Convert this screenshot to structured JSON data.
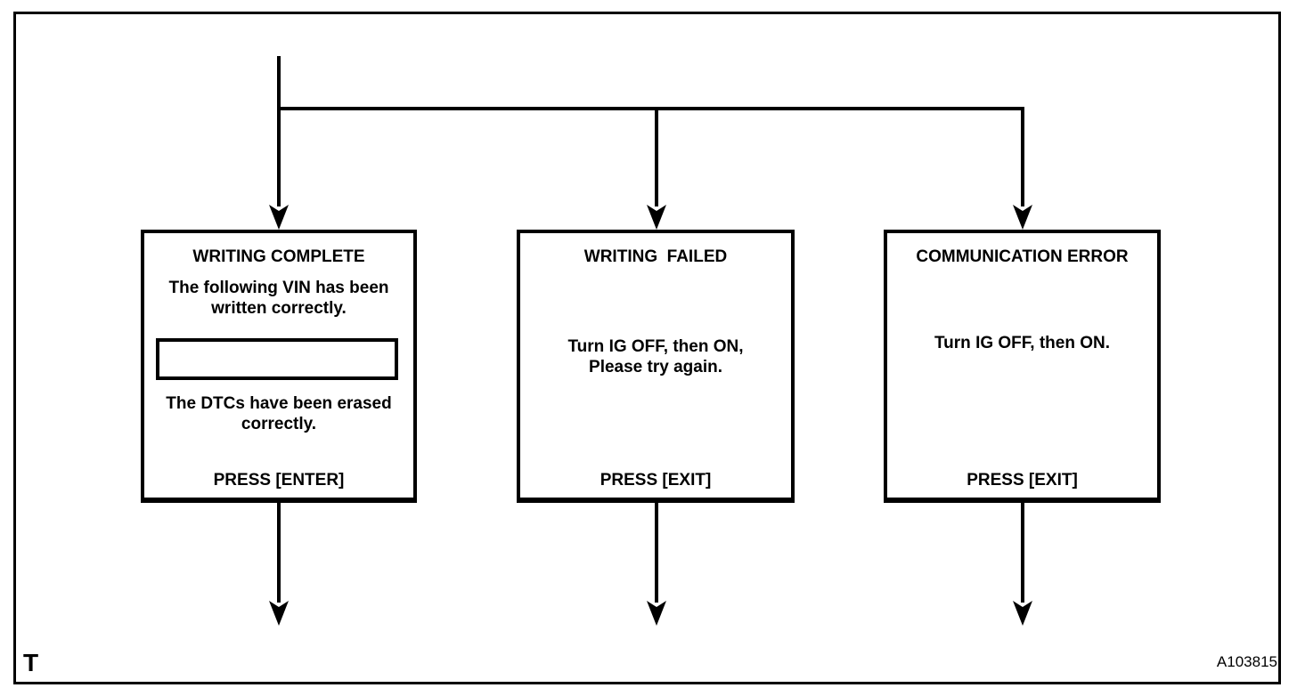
{
  "page": {
    "marker": "T",
    "figure_code": "A103815"
  },
  "colors": {
    "line": "#000000",
    "text": "#000000",
    "background": "#ffffff"
  },
  "flowchart": {
    "nodes": [
      {
        "id": "writing-complete",
        "title": "WRITING COMPLETE",
        "body_top": "The following VIN has been\nwritten correctly.",
        "vin_field_value": "",
        "body_bottom": "The DTCs have been erased\ncorrectly.",
        "action": "PRESS [ENTER]"
      },
      {
        "id": "writing-failed",
        "title": "WRITING  FAILED",
        "body": "Turn IG OFF, then ON,\nPlease try again.",
        "action": "PRESS [EXIT]"
      },
      {
        "id": "communication-error",
        "title": "COMMUNICATION ERROR",
        "body": "Turn IG OFF, then ON.",
        "action": "PRESS [EXIT]"
      }
    ]
  }
}
